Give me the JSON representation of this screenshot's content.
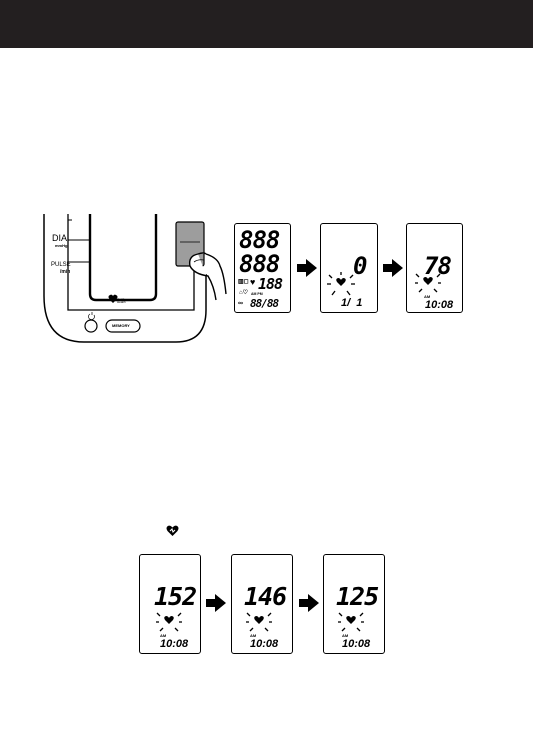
{
  "device": {
    "dia_label": "DIA",
    "dia_unit": "mmHg",
    "pulse_label": "PULSE",
    "pulse_unit": "/min",
    "memory_button": "MEMORY",
    "logo_text": "Heart Health"
  },
  "top_sequence": {
    "test_display": {
      "row1": "888",
      "row2": "888",
      "row3": "188",
      "ampm": "AM PM",
      "row4": "88/88"
    },
    "inflate_display": {
      "value": "0",
      "date": "1/  1"
    },
    "result_display": {
      "value": "78",
      "ampm": "AM",
      "time": "10:08"
    }
  },
  "bottom_sequence": [
    {
      "value": "152",
      "ampm": "AM",
      "time": "10:08"
    },
    {
      "value": "146",
      "ampm": "AM",
      "time": "10:08"
    },
    {
      "value": "125",
      "ampm": "AM",
      "time": "10:08"
    }
  ],
  "heart_symbol_icon": "heart-symbol-icon"
}
